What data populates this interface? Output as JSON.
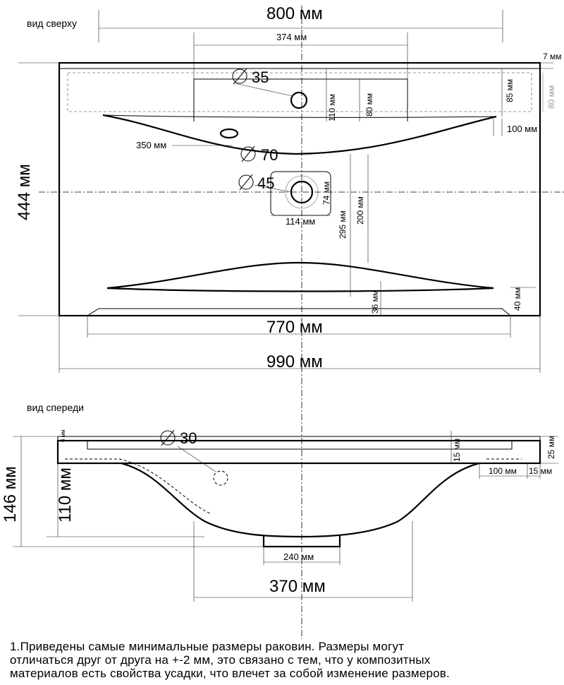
{
  "views": {
    "top_label": "вид сверху",
    "front_label": "вид спереди"
  },
  "top_view": {
    "dim_width": "800 мм",
    "dim_inner_top": "374 мм",
    "dim_7": "7 мм",
    "dim_85": "85 мм",
    "dim_80_gray": "80 мм",
    "dim_35": "35",
    "dim_110": "110 мм",
    "dim_80": "80 мм",
    "dim_100": "100 мм",
    "dim_350": "350 мм",
    "dim_70": "70",
    "dim_45": "45",
    "dim_74": "74 мм",
    "dim_114": "114 мм",
    "dim_200": "200 мм",
    "dim_295": "295 мм",
    "dim_444": "444 мм",
    "dim_36": "36 мм",
    "dim_40": "40 мм",
    "dim_770": "770 мм",
    "dim_990": "990 мм"
  },
  "front_view": {
    "dim_6": "6 мм",
    "dim_30": "30",
    "dim_15_vert": "15 мм",
    "dim_25": "25 мм",
    "dim_100": "100 мм",
    "dim_15": "15 мм",
    "dim_146": "146 мм",
    "dim_110": "110 мм",
    "dim_240": "240 мм",
    "dim_370": "370 мм"
  },
  "note": {
    "line1": "1.Приведены самые минимальные размеры раковин. Размеры могут",
    "line2": "отличаться друг от друга на +-2 мм, это связано с тем, что у композитных",
    "line3": "материалов есть свойства усадки, что влечет за собой изменение размеров."
  }
}
